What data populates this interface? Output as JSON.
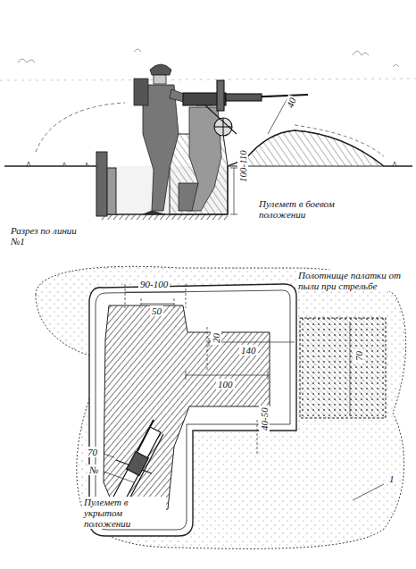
{
  "diagram": {
    "labels": [
      "40",
      "Разрез по линии №1",
      "100-110",
      "Пулемет в боевом положении",
      "90-100",
      "50",
      "Полотнище палатки от пыли при стрельбе",
      "140",
      "20",
      "100",
      "70",
      "70",
      "№",
      "40-50",
      "1",
      "Пулемет в укрытом положении"
    ]
  }
}
